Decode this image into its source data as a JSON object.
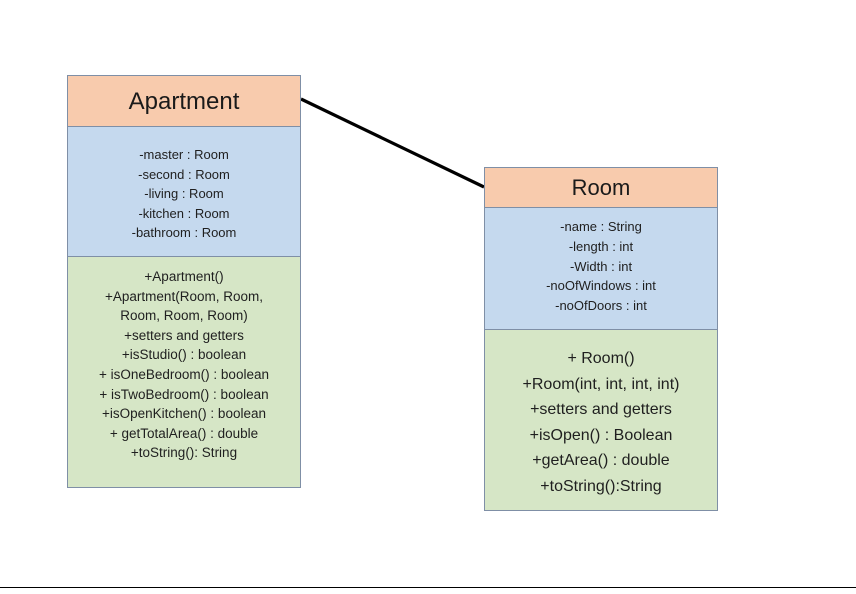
{
  "classes": {
    "apartment": {
      "name": "Apartment",
      "attributes": [
        "-master : Room",
        "-second : Room",
        "-living : Room",
        "-kitchen : Room",
        "-bathroom : Room"
      ],
      "methods": [
        "+Apartment()",
        "+Apartment(Room,  Room,",
        "Room, Room, Room)",
        "+setters and getters",
        "+isStudio() : boolean",
        "+ isOneBedroom() : boolean",
        "+ isTwoBedroom() : boolean",
        "+isOpenKitchen() : boolean",
        "+ getTotalArea() : double",
        "+toString(): String"
      ]
    },
    "room": {
      "name": "Room",
      "attributes": [
        "-name : String",
        "-length : int",
        "-Width : int",
        "-noOfWindows : int",
        "-noOfDoors : int"
      ],
      "methods": [
        "+ Room()",
        "+Room(int, int, int, int)",
        "+setters and getters",
        "+isOpen() : Boolean",
        "+getArea() : double",
        "+toString():String"
      ]
    }
  },
  "colors": {
    "name_fill": "#f8cbad",
    "attributes_fill": "#c5d9ee",
    "methods_fill": "#d6e6c6",
    "border": "#7f8fa6",
    "association_line": "#000000"
  }
}
